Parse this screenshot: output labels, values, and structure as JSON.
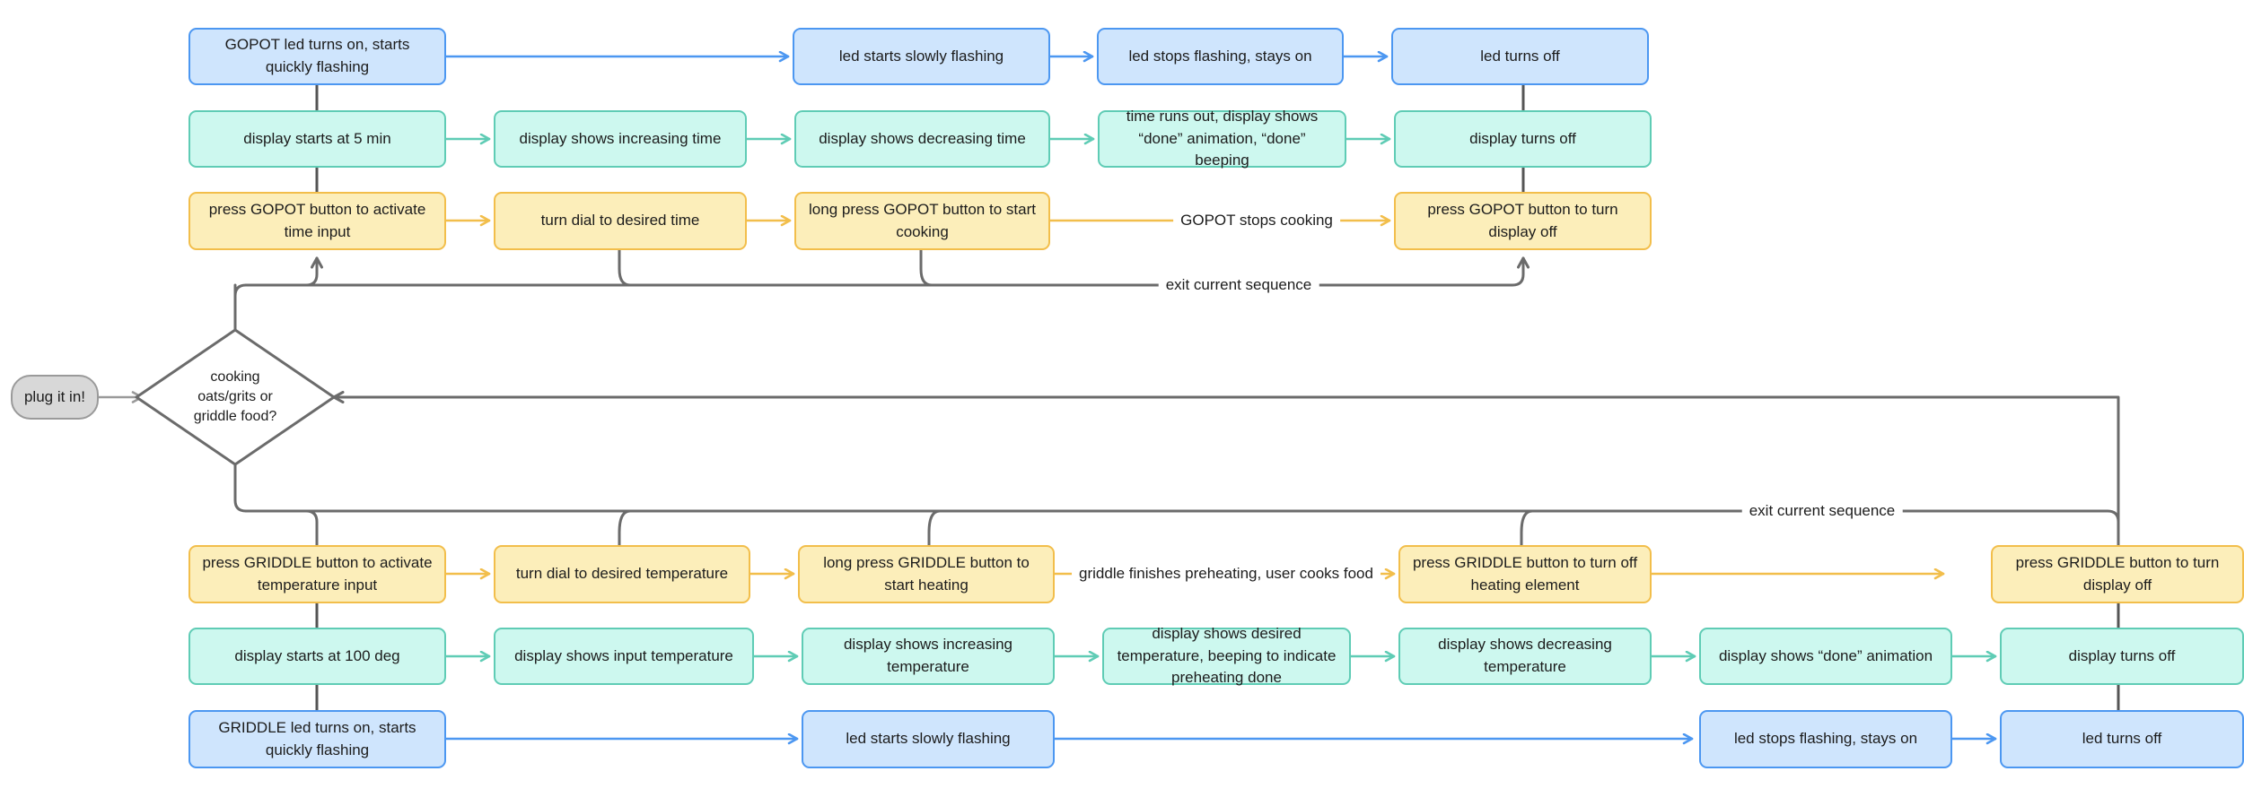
{
  "diagram": {
    "title": "GOPOT / GRIDDLE cooking appliance state flowchart",
    "colors": {
      "led_fill": "#cfe5fd",
      "led_border": "#4c97f1",
      "display_fill": "#cdf8ef",
      "display_border": "#5fccb5",
      "action_fill": "#fceeba",
      "action_border": "#f2be4b",
      "start_fill": "#d8d8d8",
      "start_border": "#9a9a9a",
      "gray_edge": "#6b6b6b"
    },
    "start": {
      "label": "plug it in!"
    },
    "decision": {
      "line1": "cooking",
      "line2": "oats/grits or",
      "line3": "griddle food?"
    },
    "top_section": {
      "led_row": [
        {
          "label": "GOPOT led turns on, starts quickly flashing"
        },
        {
          "label": "led starts slowly flashing"
        },
        {
          "label": "led stops flashing, stays on"
        },
        {
          "label": "led turns off"
        }
      ],
      "display_row": [
        {
          "label": "display starts at 5 min"
        },
        {
          "label": "display shows increasing time"
        },
        {
          "label": "display shows decreasing time"
        },
        {
          "label": "time runs out, display shows “done” animation, “done” beeping"
        },
        {
          "label": "display turns off"
        }
      ],
      "action_row": [
        {
          "label": "press GOPOT button to activate time input"
        },
        {
          "label": "turn dial to desired time"
        },
        {
          "label": "long press GOPOT button to start cooking"
        },
        {
          "label": "press GOPOT button to turn display off"
        }
      ],
      "edge_labels": {
        "stops_cooking": "GOPOT stops cooking",
        "exit_current_sequence": "exit current sequence"
      }
    },
    "bottom_section": {
      "action_row": [
        {
          "label": "press GRIDDLE button to activate temperature input"
        },
        {
          "label": "turn dial to desired temperature"
        },
        {
          "label": "long press GRIDDLE button to start heating"
        },
        {
          "label": "press GRIDDLE button to turn off heating element"
        },
        {
          "label": "press GRIDDLE button to turn display off"
        }
      ],
      "display_row": [
        {
          "label": "display starts at 100 deg"
        },
        {
          "label": "display shows input temperature"
        },
        {
          "label": "display shows increasing temperature"
        },
        {
          "label": "display shows desired temperature, beeping to indicate preheating done"
        },
        {
          "label": "display shows decreasing temperature"
        },
        {
          "label": "display shows “done” animation"
        },
        {
          "label": "display turns off"
        }
      ],
      "led_row": [
        {
          "label": "GRIDDLE led turns on, starts quickly flashing"
        },
        {
          "label": "led starts slowly flashing"
        },
        {
          "label": "led stops flashing, stays on"
        },
        {
          "label": "led turns off"
        }
      ],
      "edge_labels": {
        "preheating": "griddle finishes preheating, user cooks food",
        "exit_current_sequence": "exit current sequence"
      }
    }
  }
}
